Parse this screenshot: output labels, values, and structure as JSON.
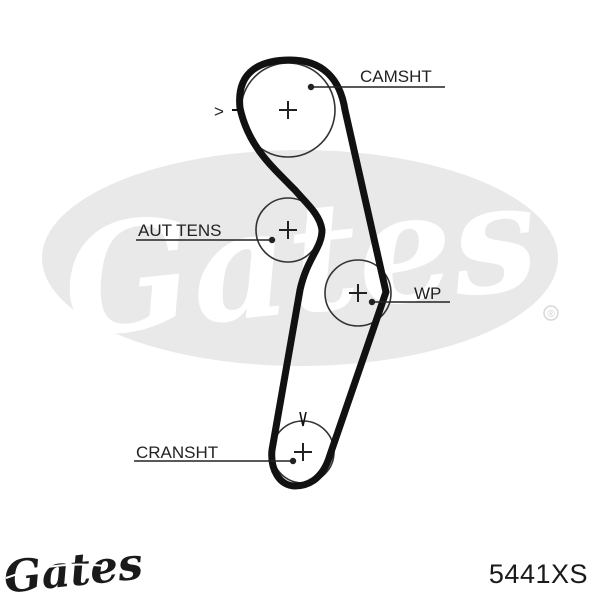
{
  "diagram": {
    "labels": {
      "camshaft": "CAMSHT",
      "tensioner": "AUT TENS",
      "water_pump": "WP",
      "crankshaft": "CRANSHT"
    },
    "rotation_marker": ">"
  },
  "brand": {
    "watermark_text": "Gates",
    "logo_text": "Gates",
    "registered_mark": "®",
    "watermark_color": "#e6e6e6",
    "logo_color": "#1a1a1a"
  },
  "part_number": "5441XS",
  "colors": {
    "belt": "#111111",
    "pulley": "#333333",
    "text": "#222222"
  }
}
